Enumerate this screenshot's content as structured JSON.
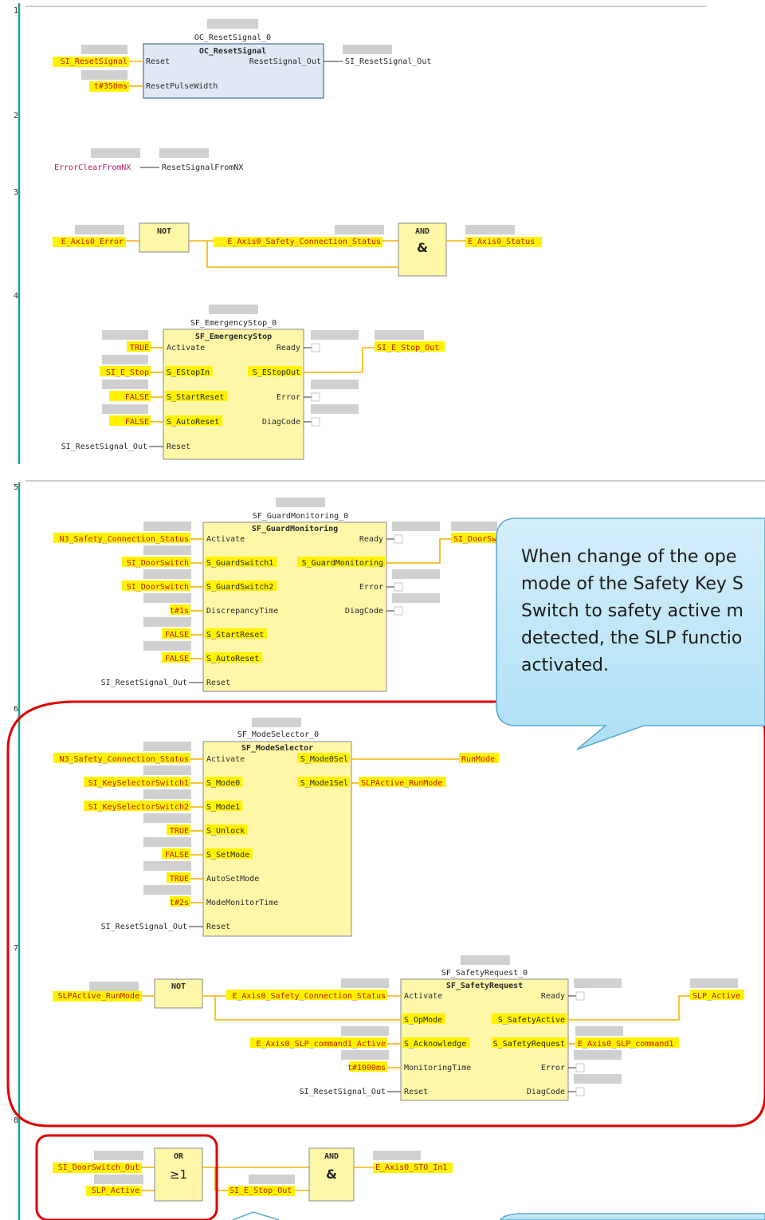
{
  "rungs": [
    "1",
    "2",
    "3",
    "4",
    "5",
    "6",
    "7",
    "8"
  ],
  "callout": {
    "lines": [
      "When change of the ope",
      "mode of the Safety Key S",
      "Switch to safety active m",
      "detected, the SLP functio",
      "activated."
    ]
  },
  "r1": {
    "instance": "OC_ResetSignal_0",
    "type": "OC_ResetSignal",
    "in": [
      "Reset",
      "ResetPulseWidth"
    ],
    "out": [
      "ResetSignal_Out"
    ],
    "inv": [
      "SI_ResetSignal",
      "t#350ms"
    ],
    "outv": [
      "SI_ResetSignal_Out"
    ]
  },
  "r2": {
    "src": "ErrorClearFromNX",
    "dst": "ResetSignalFromNX"
  },
  "r3": {
    "not": "NOT",
    "and": "AND",
    "amp": "&",
    "in1": "E_Axis0_Error",
    "in2": "E_Axis0_Safety_Connection_Status",
    "out": "E_Axis0_Status"
  },
  "r4": {
    "instance": "SF_EmergencyStop_0",
    "type": "SF_EmergencyStop",
    "in": [
      "Activate",
      "S_EStopIn",
      "S_StartReset",
      "S_AutoReset",
      "Reset"
    ],
    "out": [
      "Ready",
      "S_EStopOut",
      "Error",
      "DiagCode"
    ],
    "inv": [
      "TRUE",
      "SI_E_Stop",
      "FALSE",
      "FALSE",
      "SI_ResetSignal_Out"
    ],
    "outv": "SI_E_Stop_Out"
  },
  "r5": {
    "instance": "SF_GuardMonitoring_0",
    "type": "SF_GuardMonitoring",
    "in": [
      "Activate",
      "S_GuardSwitch1",
      "S_GuardSwitch2",
      "DiscrepancyTime",
      "S_StartReset",
      "S_AutoReset",
      "Reset"
    ],
    "out": [
      "Ready",
      "S_GuardMonitoring",
      "Error",
      "DiagCode"
    ],
    "inv": [
      "N3_Safety_Connection_Status",
      "SI_DoorSwitch",
      "SI_DoorSwitch",
      "t#1s",
      "FALSE",
      "FALSE",
      "SI_ResetSignal_Out"
    ],
    "outv": "SI_DoorSw"
  },
  "r6": {
    "instance": "SF_ModeSelector_0",
    "type": "SF_ModeSelector",
    "in": [
      "Activate",
      "S_Mode0",
      "S_Mode1",
      "S_Unlock",
      "S_SetMode",
      "AutoSetMode",
      "ModeMonitorTime",
      "Reset"
    ],
    "out": [
      "S_Mode0Sel",
      "S_Mode1Sel"
    ],
    "inv": [
      "N3_Safety_Connection_Status",
      "SI_KeySelectorSwitch1",
      "SI_KeySelectorSwitch2",
      "TRUE",
      "FALSE",
      "TRUE",
      "t#2s",
      "SI_ResetSignal_Out"
    ],
    "outv": [
      "RunMode",
      "SLPActive_RunMode"
    ]
  },
  "r7": {
    "not": "NOT",
    "instance": "SF_SafetyRequest_0",
    "type": "SF_SafetyRequest",
    "in": [
      "Activate",
      "S_OpMode",
      "S_Acknowledge",
      "MonitoringTime",
      "Reset"
    ],
    "out": [
      "Ready",
      "S_SafetyActive",
      "S_SafetyRequest",
      "Error",
      "DiagCode"
    ],
    "notin": "SLPActive_RunMode",
    "inv": [
      "E_Axis0_Safety_Connection_Status",
      "E_Axis0_SLP_command1_Active",
      "t#1000ms",
      "SI_ResetSignal_Out"
    ],
    "outv": [
      "SLP_Active",
      "E_Axis0_SLP_command1"
    ]
  },
  "r8": {
    "or": "OR",
    "ge": "≥1",
    "and": "AND",
    "amp": "&",
    "in1": "SI_DoorSwitch_Out",
    "in2": "SLP_Active",
    "in3": "SI_E_Stop_Out",
    "out": "E_Axis0_STO_In1"
  }
}
